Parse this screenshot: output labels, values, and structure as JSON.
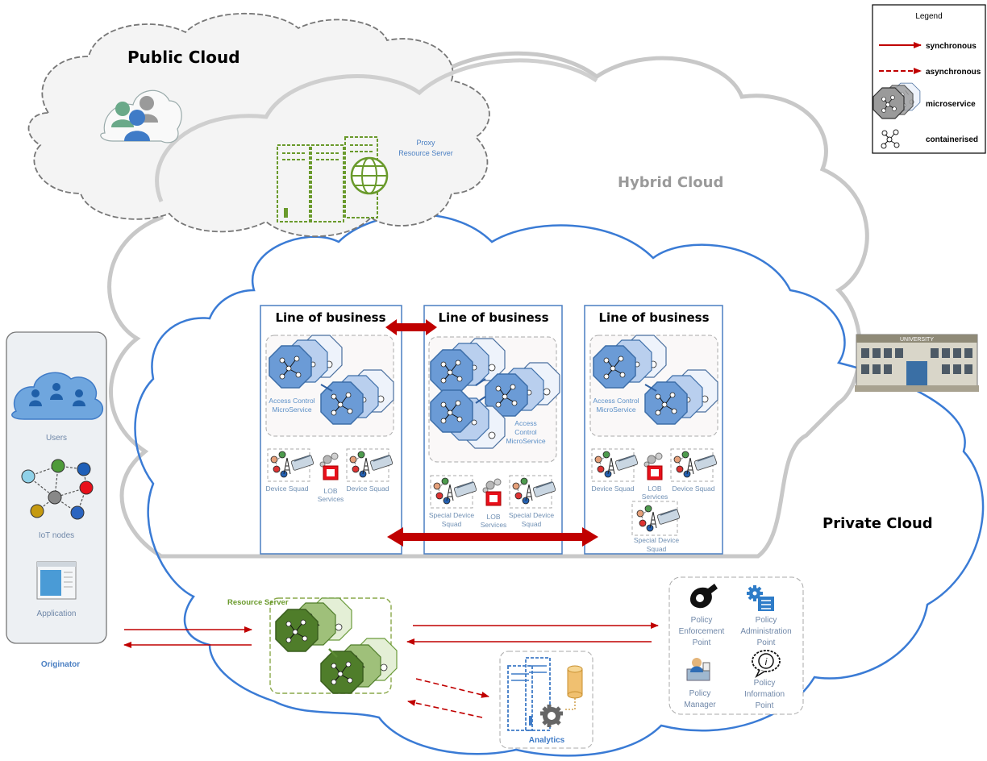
{
  "clouds": {
    "public": "Public Cloud",
    "hybrid": "Hybrid Cloud",
    "private": "Private Cloud"
  },
  "proxy": {
    "line1": "Proxy",
    "line2": "Resource Server"
  },
  "legend": {
    "title": "Legend",
    "synchronous": "synchronous",
    "asynchronous": "asynchronous",
    "microservice": "microservice",
    "containerised": "containerised"
  },
  "university": "UNIVERSITY",
  "lob": [
    {
      "title": "Line of business",
      "ac_line1": "Access Control",
      "ac_line2": "MicroService",
      "squad_left": "Device Squad",
      "lob_line1": "LOB",
      "lob_line2": "Services",
      "squad_right": "Device Squad"
    },
    {
      "title": "Line of business",
      "ac_line1": "Access",
      "ac_line2": "Control",
      "ac_line3": "MicroService",
      "squad_left_1": "Special Device",
      "squad_left_2": "Squad",
      "lob_line1": "LOB",
      "lob_line2": "Services",
      "squad_right_1": "Special Device",
      "squad_right_2": "Squad"
    },
    {
      "title": "Line of business",
      "ac_line1": "Access Control",
      "ac_line2": "MicroService",
      "squad_left": "Device Squad",
      "lob_line1": "LOB",
      "lob_line2": "Services",
      "squad_right": "Device Squad",
      "special_1": "Special Device",
      "special_2": "Squad"
    }
  ],
  "originator": {
    "users": "Users",
    "iot": "IoT nodes",
    "application": "Application",
    "label": "Originator"
  },
  "resource_server": "Resource Server",
  "analytics": "Analytics",
  "policy": {
    "pep_1": "Policy",
    "pep_2": "Enforcement",
    "pep_3": "Point",
    "pap_1": "Policy",
    "pap_2": "Administration",
    "pap_3": "Point",
    "pm_1": "Policy",
    "pm_2": "Manager",
    "pip_1": "Policy",
    "pip_2": "Information",
    "pip_3": "Point"
  },
  "colors": {
    "sync_arrow": "#c00000",
    "private_cloud": "#3a7bd5",
    "hybrid_cloud": "#c8c8c8",
    "microservice_blue": "#5b8fd0",
    "microservice_green": "#5a8a32",
    "proxy_green": "#6a9a2c"
  }
}
